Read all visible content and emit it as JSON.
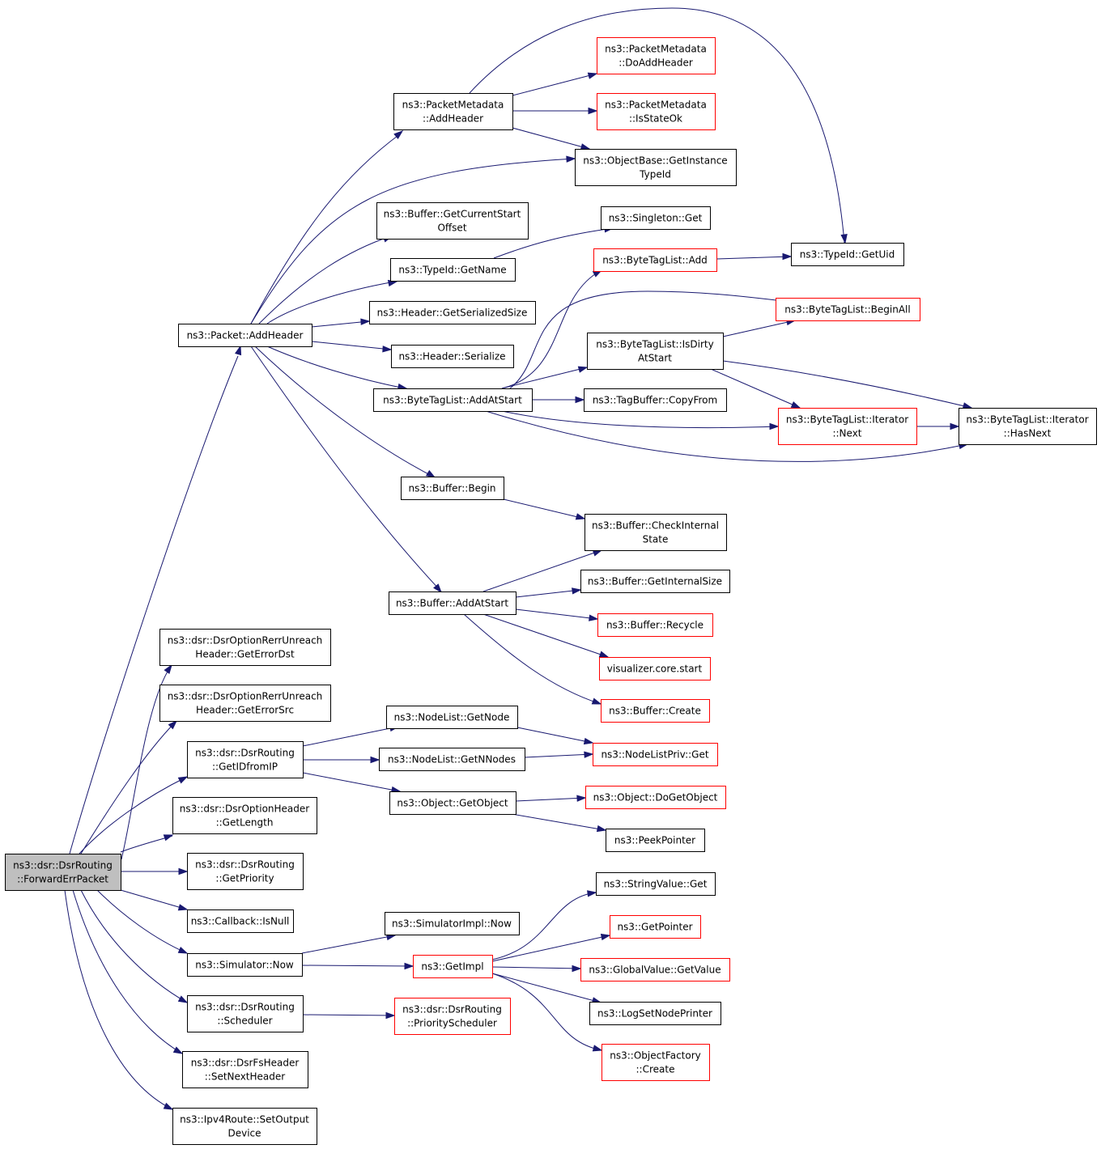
{
  "colors": {
    "edge": "#191970",
    "border_normal": "#000000",
    "border_truncated": "#ff0000",
    "fill_root": "#bfbfbf",
    "fill_normal": "#ffffff"
  },
  "nodes": [
    {
      "id": "root",
      "lines": [
        "ns3::dsr::DsrRouting",
        "::ForwardErrPacket"
      ],
      "style": "root"
    },
    {
      "id": "pkt_addheader",
      "lines": [
        "ns3::Packet::AddHeader"
      ],
      "style": "normal"
    },
    {
      "id": "pm_addheader",
      "lines": [
        "ns3::PacketMetadata",
        "::AddHeader"
      ],
      "style": "normal"
    },
    {
      "id": "pm_doaddheader",
      "lines": [
        "ns3::PacketMetadata",
        "::DoAddHeader"
      ],
      "style": "truncated"
    },
    {
      "id": "pm_isstateok",
      "lines": [
        "ns3::PacketMetadata",
        "::IsStateOk"
      ],
      "style": "truncated"
    },
    {
      "id": "ob_getinstancetypeid",
      "lines": [
        "ns3::ObjectBase::GetInstance",
        "TypeId"
      ],
      "style": "normal"
    },
    {
      "id": "buf_getcurrentstartoffset",
      "lines": [
        "ns3::Buffer::GetCurrentStart",
        "Offset"
      ],
      "style": "normal"
    },
    {
      "id": "singleton_get",
      "lines": [
        "ns3::Singleton::Get"
      ],
      "style": "normal"
    },
    {
      "id": "typeid_getname",
      "lines": [
        "ns3::TypeId::GetName"
      ],
      "style": "normal"
    },
    {
      "id": "btl_add",
      "lines": [
        "ns3::ByteTagList::Add"
      ],
      "style": "truncated"
    },
    {
      "id": "typeid_getuid",
      "lines": [
        "ns3::TypeId::GetUid"
      ],
      "style": "normal"
    },
    {
      "id": "header_getserializedsize",
      "lines": [
        "ns3::Header::GetSerializedSize"
      ],
      "style": "normal"
    },
    {
      "id": "btl_beginall",
      "lines": [
        "ns3::ByteTagList::BeginAll"
      ],
      "style": "truncated"
    },
    {
      "id": "btl_isdirtyatstart",
      "lines": [
        "ns3::ByteTagList::IsDirty",
        "AtStart"
      ],
      "style": "normal"
    },
    {
      "id": "header_serialize",
      "lines": [
        "ns3::Header::Serialize"
      ],
      "style": "normal"
    },
    {
      "id": "btl_addatstart",
      "lines": [
        "ns3::ByteTagList::AddAtStart"
      ],
      "style": "normal"
    },
    {
      "id": "tagbuffer_copyfrom",
      "lines": [
        "ns3::TagBuffer::CopyFrom"
      ],
      "style": "normal"
    },
    {
      "id": "btl_iterator_next",
      "lines": [
        "ns3::ByteTagList::Iterator",
        "::Next"
      ],
      "style": "truncated"
    },
    {
      "id": "btl_iterator_hasnext",
      "lines": [
        "ns3::ByteTagList::Iterator",
        "::HasNext"
      ],
      "style": "normal"
    },
    {
      "id": "buf_begin",
      "lines": [
        "ns3::Buffer::Begin"
      ],
      "style": "normal"
    },
    {
      "id": "buf_checkinternalstate",
      "lines": [
        "ns3::Buffer::CheckInternal",
        "State"
      ],
      "style": "normal"
    },
    {
      "id": "buf_getinternalsize",
      "lines": [
        "ns3::Buffer::GetInternalSize"
      ],
      "style": "normal"
    },
    {
      "id": "buf_addatstart",
      "lines": [
        "ns3::Buffer::AddAtStart"
      ],
      "style": "normal"
    },
    {
      "id": "buf_recycle",
      "lines": [
        "ns3::Buffer::Recycle"
      ],
      "style": "truncated"
    },
    {
      "id": "viz_core_start",
      "lines": [
        "visualizer.core.start"
      ],
      "style": "truncated"
    },
    {
      "id": "buf_create",
      "lines": [
        "ns3::Buffer::Create"
      ],
      "style": "truncated"
    },
    {
      "id": "rerr_geterrordst",
      "lines": [
        "ns3::dsr::DsrOptionRerrUnreach",
        "Header::GetErrorDst"
      ],
      "style": "normal"
    },
    {
      "id": "rerr_geterrorsrc",
      "lines": [
        "ns3::dsr::DsrOptionRerrUnreach",
        "Header::GetErrorSrc"
      ],
      "style": "normal"
    },
    {
      "id": "nodelist_getnode",
      "lines": [
        "ns3::NodeList::GetNode"
      ],
      "style": "normal"
    },
    {
      "id": "dsr_getidfromip",
      "lines": [
        "ns3::dsr::DsrRouting",
        "::GetIDfromIP"
      ],
      "style": "normal"
    },
    {
      "id": "nodelist_getnnodes",
      "lines": [
        "ns3::NodeList::GetNNodes"
      ],
      "style": "normal"
    },
    {
      "id": "nodelistpriv_get",
      "lines": [
        "ns3::NodeListPriv::Get"
      ],
      "style": "truncated"
    },
    {
      "id": "object_getobject",
      "lines": [
        "ns3::Object::GetObject"
      ],
      "style": "normal"
    },
    {
      "id": "object_dogetobject",
      "lines": [
        "ns3::Object::DoGetObject"
      ],
      "style": "truncated"
    },
    {
      "id": "dsroptionheader_getlength",
      "lines": [
        "ns3::dsr::DsrOptionHeader",
        "::GetLength"
      ],
      "style": "normal"
    },
    {
      "id": "peekpointer",
      "lines": [
        "ns3::PeekPointer"
      ],
      "style": "normal"
    },
    {
      "id": "dsr_getpriority",
      "lines": [
        "ns3::dsr::DsrRouting",
        "::GetPriority"
      ],
      "style": "normal"
    },
    {
      "id": "stringvalue_get",
      "lines": [
        "ns3::StringValue::Get"
      ],
      "style": "normal"
    },
    {
      "id": "callback_isnull",
      "lines": [
        "ns3::Callback::IsNull"
      ],
      "style": "normal"
    },
    {
      "id": "simimpl_now",
      "lines": [
        "ns3::SimulatorImpl::Now"
      ],
      "style": "normal"
    },
    {
      "id": "getpointer",
      "lines": [
        "ns3::GetPointer"
      ],
      "style": "truncated"
    },
    {
      "id": "simulator_now",
      "lines": [
        "ns3::Simulator::Now"
      ],
      "style": "normal"
    },
    {
      "id": "getimpl",
      "lines": [
        "ns3::GetImpl"
      ],
      "style": "truncated"
    },
    {
      "id": "globalvalue_getvalue",
      "lines": [
        "ns3::GlobalValue::GetValue"
      ],
      "style": "truncated"
    },
    {
      "id": "dsr_scheduler",
      "lines": [
        "ns3::dsr::DsrRouting",
        "::Scheduler"
      ],
      "style": "normal"
    },
    {
      "id": "dsr_priorityscheduler",
      "lines": [
        "ns3::dsr::DsrRouting",
        "::PriorityScheduler"
      ],
      "style": "truncated"
    },
    {
      "id": "logsetnodeprinter",
      "lines": [
        "ns3::LogSetNodePrinter"
      ],
      "style": "normal"
    },
    {
      "id": "objectfactory_create",
      "lines": [
        "ns3::ObjectFactory",
        "::Create"
      ],
      "style": "truncated"
    },
    {
      "id": "dsrfsheader_setnextheader",
      "lines": [
        "ns3::dsr::DsrFsHeader",
        "::SetNextHeader"
      ],
      "style": "normal"
    },
    {
      "id": "ipv4route_setoutputdevice",
      "lines": [
        "ns3::Ipv4Route::SetOutput",
        "Device"
      ],
      "style": "normal"
    }
  ]
}
